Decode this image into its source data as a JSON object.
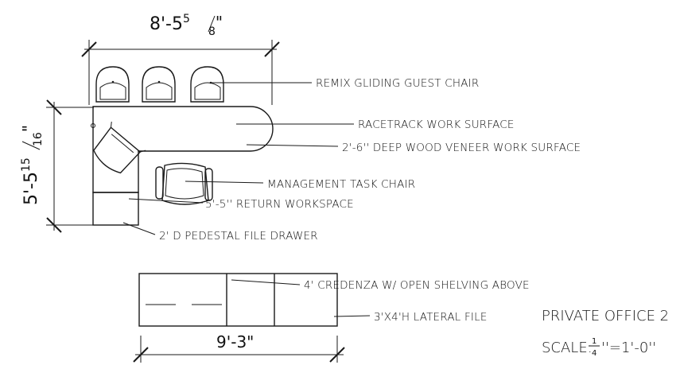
{
  "dimensions": {
    "overall_width": {
      "main": "8'-5",
      "num": "5",
      "den": "8",
      "suffix": "\""
    },
    "overall_depth": {
      "main": "5'-5",
      "num": "15",
      "den": "16",
      "suffix": "\""
    },
    "credenza_width": "9'-3\""
  },
  "callouts": {
    "guest_chair": "REMIX GLIDING GUEST CHAIR",
    "racetrack": "RACETRACK WORK SURFACE",
    "veneer_surface": "2'-6'' DEEP WOOD VENEER WORK SURFACE",
    "task_chair": "MANAGEMENT TASK CHAIR",
    "return_workspace": "5'-5'' RETURN WORKSPACE",
    "pedestal": "2' D PEDESTAL FILE DRAWER",
    "credenza": "4' CREDENZA W/  OPEN SHELVING ABOVE",
    "lateral_file": "3'X4'H LATERAL FILE"
  },
  "title_block": {
    "room_name": "PRIVATE OFFICE 2",
    "scale_label": "SCALE:",
    "scale_num": "1",
    "scale_den": "4",
    "scale_rest": "''=1'-0''"
  },
  "colors": {
    "linework": "#1a1a1a"
  }
}
